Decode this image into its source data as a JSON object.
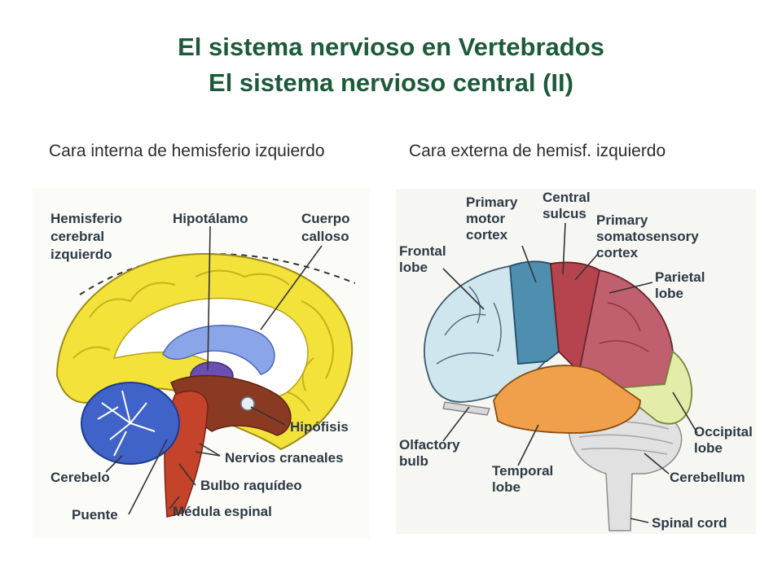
{
  "title": {
    "line1_prefix": "El sistema  nervioso en ",
    "line1_bold": "Vertebrados",
    "line2": "El sistema nervioso central (II)"
  },
  "subtitles": {
    "left": "Cara interna de hemisferio izquierdo",
    "right": "Cara externa de hemisf. izquierdo"
  },
  "left_diagram": {
    "labels": {
      "hemisferio": [
        "Hemisferio",
        "cerebral",
        "izquierdo"
      ],
      "hipotalamo": "Hipotálamo",
      "cuerpo_calloso": [
        "Cuerpo",
        "calloso"
      ],
      "hipofisis": "Hipófisis",
      "nervios": "Nervios craneales",
      "cerebelo": "Cerebelo",
      "bulbo": "Bulbo raquídeo",
      "puente": "Puente",
      "medula": "Médula espinal"
    }
  },
  "right_diagram": {
    "labels": {
      "primary_motor": [
        "Primary",
        "motor",
        "cortex"
      ],
      "central_sulcus": [
        "Central",
        "sulcus"
      ],
      "somatosensory": [
        "Primary",
        "somatosensory",
        "cortex"
      ],
      "frontal": [
        "Frontal",
        "lobe"
      ],
      "parietal": [
        "Parietal",
        "lobe"
      ],
      "occipital": [
        "Occipital",
        "lobe"
      ],
      "olfactory": [
        "Olfactory",
        "bulb"
      ],
      "temporal": [
        "Temporal",
        "lobe"
      ],
      "cerebellum": "Cerebellum",
      "spinal": "Spinal cord"
    }
  },
  "colors": {
    "title": "#1d5a3a",
    "cortex_yellow": "#f2e23a",
    "callosum_blue": "#8aa6e8",
    "cerebellum_blue": "#3f63c9",
    "brainstem_red": "#c4432a",
    "frontal_lobe": "#cfe6ee",
    "motor_cortex": "#4e8fb0",
    "somatosensory": "#b5444e",
    "parietal": "#c0606f",
    "temporal": "#f0a04a",
    "occipital": "#e4ecaa"
  }
}
